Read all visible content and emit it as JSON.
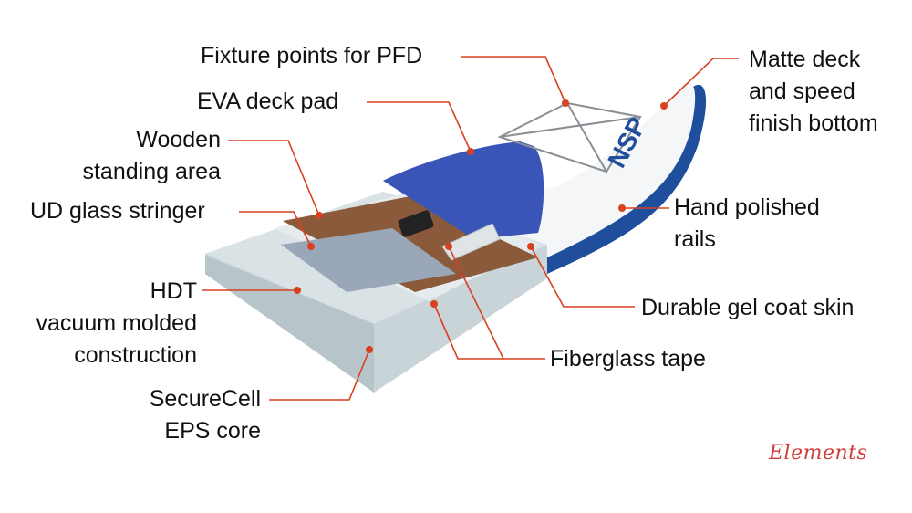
{
  "diagram": {
    "labels": {
      "pfd": "Fixture points for PFD",
      "eva": "EVA deck pad",
      "wooden_1": "Wooden",
      "wooden_2": "standing area",
      "ud": "UD glass stringer",
      "hdt_1": "HDT",
      "hdt_2": "vacuum molded",
      "hdt_3": "construction",
      "eps_1": "SecureCell",
      "eps_2": "EPS core",
      "matte_1": "Matte deck",
      "matte_2": "and speed",
      "matte_3": "finish bottom",
      "rails_1": "Hand polished",
      "rails_2": "rails",
      "gel": "Durable gel coat skin",
      "tape": "Fiberglass tape"
    },
    "board_logo": "NSP",
    "brand": "Elements",
    "colors": {
      "leader": "#d8401f",
      "rail_blue": "#1f4f9c",
      "deck_pad": "#3a55b8",
      "wood": "#8a5a3a",
      "stringer": "#9aa7b8",
      "foam": "#c9d4d8",
      "brand_red": "#d23b3b"
    }
  }
}
